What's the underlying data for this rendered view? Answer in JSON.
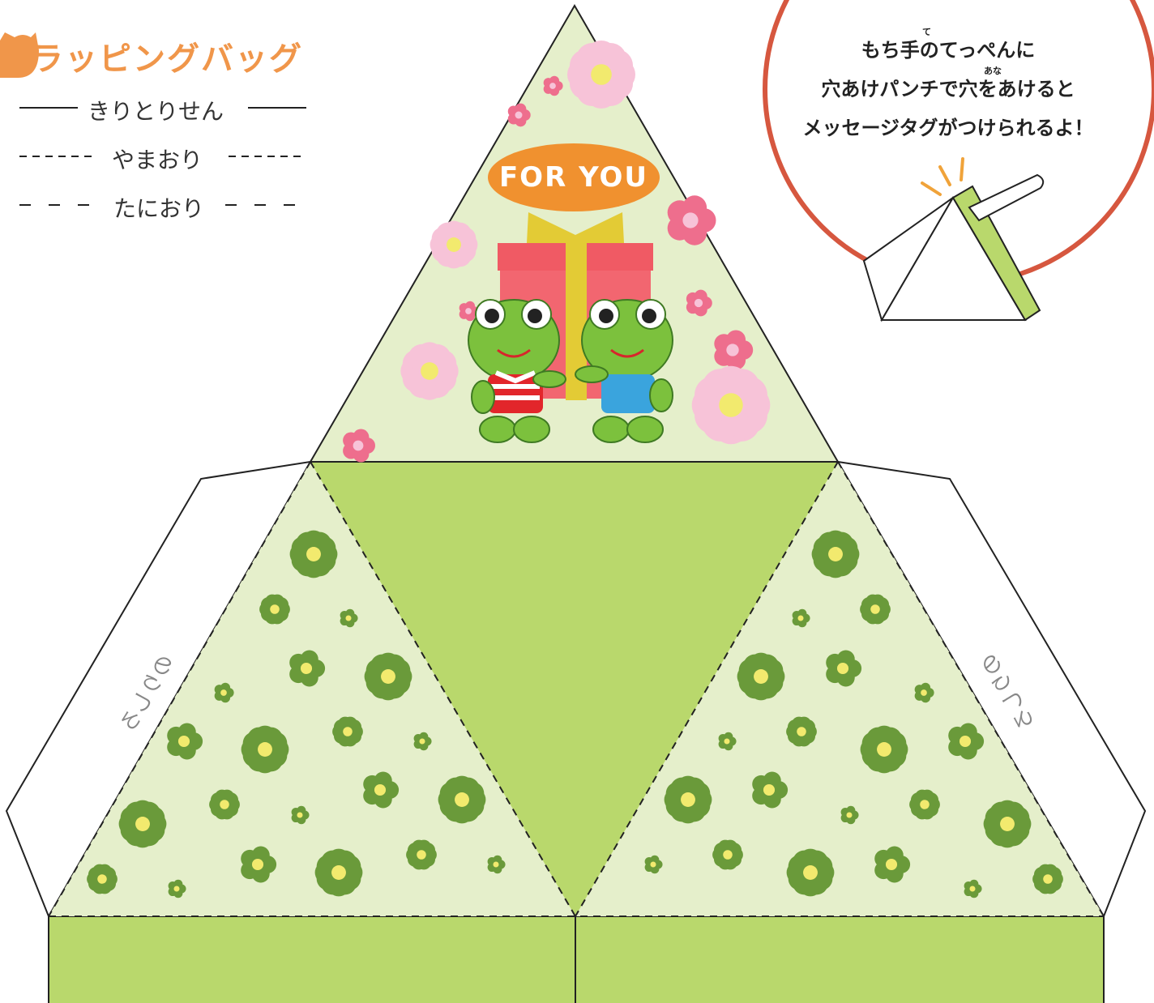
{
  "title": "ラッピングバッグ",
  "legend": {
    "cut": "きりとりせん",
    "mountain": "やまおり",
    "valley": "たにおり"
  },
  "note": {
    "line1": "もち手のてっぺんに",
    "line2": "穴あけパンチで穴をあけると",
    "line3": "メッセージタグがつけられるよ！",
    "ruby_te": "て",
    "ruby_ana": "あな"
  },
  "gift_label": "FOR YOU",
  "glue_label": "のりしろ",
  "colors": {
    "title_orange": "#f0964a",
    "circle_red": "#d6573f",
    "panel_light": "#e5efcb",
    "panel_green": "#b9d86c",
    "flower_green": "#6a9a3a",
    "flower_center": "#f2ea6e",
    "gift_red": "#f26670",
    "ribbon_yellow": "#e3cb35",
    "bubble_orange": "#f0912f",
    "pink_flower": "#f7c3d8",
    "rose_flower": "#ee6e8d"
  },
  "icons": [
    "cat-head-icon",
    "clip-icon",
    "frog-icon",
    "gift-box-icon",
    "flower-icon"
  ]
}
